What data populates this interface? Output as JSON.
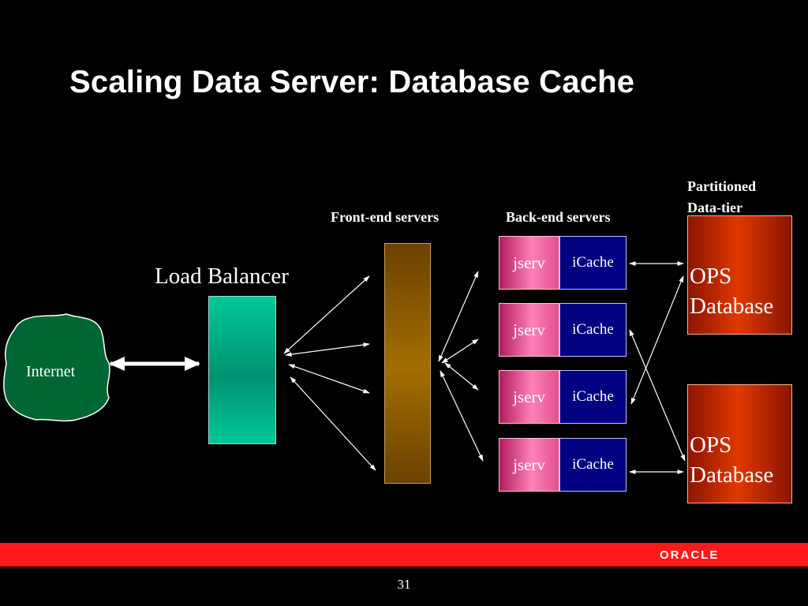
{
  "title": "Scaling Data Server: Database Cache",
  "labels": {
    "load_balancer": "Load Balancer",
    "front_end": "Front-end servers",
    "back_end": "Back-end servers",
    "partitioned_line1": "Partitioned",
    "partitioned_line2": "Data-tier"
  },
  "internet": "Internet",
  "backend": [
    {
      "jserv": "jserv",
      "icache": "iCache"
    },
    {
      "jserv": "jserv",
      "icache": "iCache"
    },
    {
      "jserv": "jserv",
      "icache": "iCache"
    },
    {
      "jserv": "jserv",
      "icache": "iCache"
    }
  ],
  "databases": [
    {
      "line1": "OPS",
      "line2": "Database"
    },
    {
      "line1": "OPS",
      "line2": "Database"
    }
  ],
  "footer": {
    "logo": "ORACLE",
    "page_number": "31"
  },
  "colors": {
    "background": "#000000",
    "internet": "#006633",
    "load_balancer": "#00c896",
    "front_end": "#a36e00",
    "jserv": "#ff82b8",
    "icache": "#000080",
    "database": "#e03800",
    "footer_band": "#ff1a1a"
  }
}
